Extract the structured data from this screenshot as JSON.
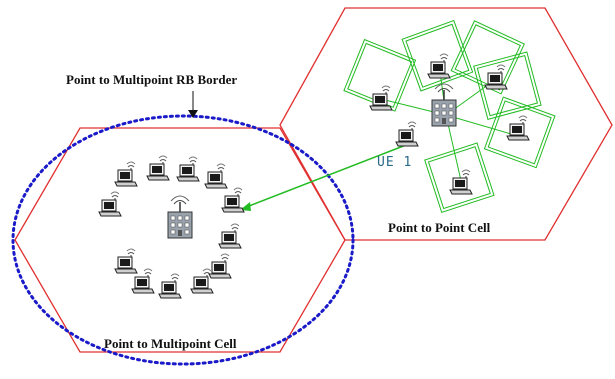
{
  "labels": {
    "rb_border": "Point to Multipoint RB Border",
    "p2p_cell": "Point to Point Cell",
    "p2mp_cell": "Point to Multipoint Cell",
    "ue1": "UE 1"
  },
  "colors": {
    "hexagon": "#e03030",
    "rb_border": "#1a1ac8",
    "beam": "#22bb22",
    "text": "#111111",
    "ue_text": "#2a6a8a"
  },
  "icons": {
    "terminal": "laptop-icon",
    "base_station": "base-station-icon"
  }
}
